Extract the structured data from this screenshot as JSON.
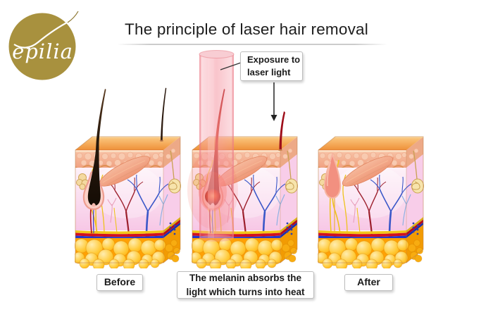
{
  "logo": {
    "text": "epilia"
  },
  "header": {
    "title": "The principle of laser hair removal"
  },
  "callout": {
    "line1": "Exposure to",
    "line2": "laser light"
  },
  "panels": [
    {
      "name": "before",
      "caption": "Before"
    },
    {
      "name": "during",
      "caption_line1": "The melanin absorbs the",
      "caption_line2": "light which turns into heat"
    },
    {
      "name": "after",
      "caption": "After"
    }
  ],
  "colors": {
    "logo_gold": "#a8913e",
    "title_text": "#1d1d1d",
    "box_border": "#bdbdbd",
    "box_bg": "#ffffff",
    "box_text": "#1b1b1b",
    "arrow_black": "#222222",
    "beam_pink": "#f59aa6",
    "hair_dark": "#241509",
    "hair_red": "#b01212",
    "heated_bulb": "#ff4a00",
    "skin_top_orange": "#f09a42",
    "epidermis_salmon": "#f5b596",
    "dermis_pink": "#fbd9ee",
    "fat_orange": "#ffaa0c",
    "vessel_red": "#9c1f2c",
    "vessel_blue": "#3a57c8",
    "nerve_yellow": "#eec21d",
    "stripe_yellow": "#f2c51a",
    "stripe_red": "#d30f1e",
    "stripe_blue": "#2337cb",
    "follicle_pink": "#ee9d90",
    "muscle_salmon": "#ec8a66",
    "gland_cream": "#f4d9a0"
  }
}
